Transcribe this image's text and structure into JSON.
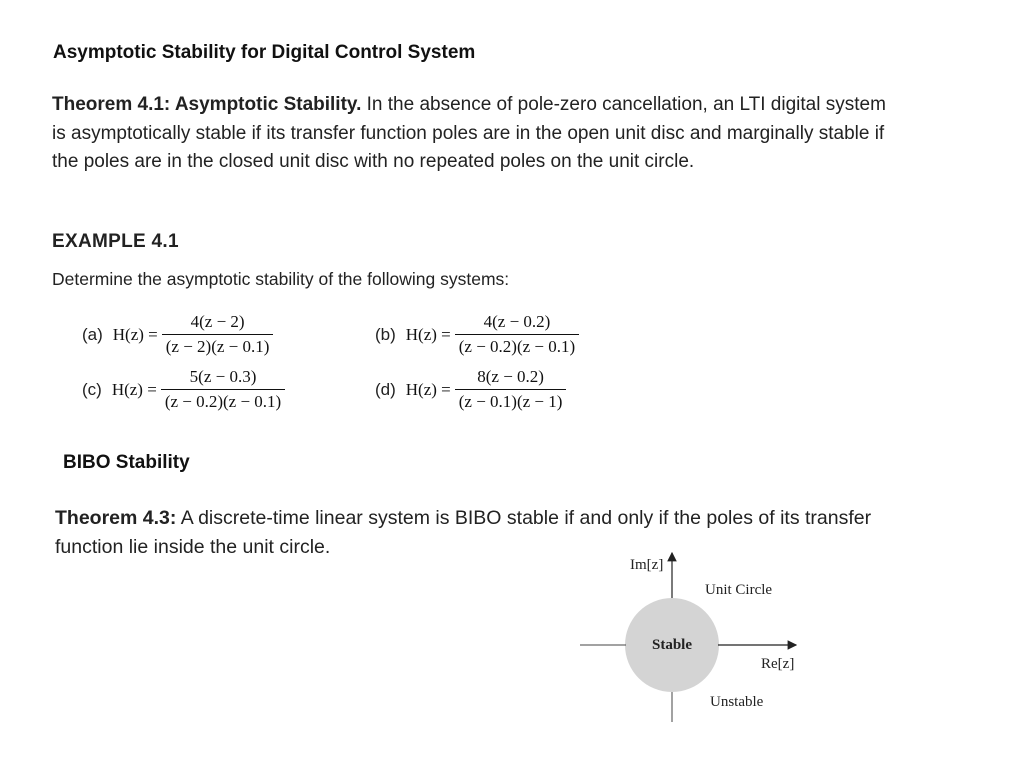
{
  "page_title": "Asymptotic Stability for Digital Control System",
  "theorem_4_1": {
    "label": "Theorem 4.1: Asymptotic Stability.",
    "text": "In the absence of pole-zero cancellation, an LTI digital system is asymptotically stable if its transfer function poles are in the open unit disc and marginally stable if the poles are in the closed unit disc with no repeated poles on the unit circle."
  },
  "example": {
    "heading": "EXAMPLE 4.1",
    "prompt": "Determine the asymptotic stability of the following systems:",
    "systems": [
      {
        "tag": "(a)",
        "lhs": "H(z) =",
        "num": "4(z − 2)",
        "den": "(z − 2)(z − 0.1)"
      },
      {
        "tag": "(b)",
        "lhs": "H(z) =",
        "num": "4(z − 0.2)",
        "den": "(z − 0.2)(z − 0.1)"
      },
      {
        "tag": "(c)",
        "lhs": "H(z) =",
        "num": "5(z − 0.3)",
        "den": "(z − 0.2)(z − 0.1)"
      },
      {
        "tag": "(d)",
        "lhs": "H(z) =",
        "num": "8(z − 0.2)",
        "den": "(z − 0.1)(z − 1)"
      }
    ]
  },
  "bibo_heading": "BIBO Stability",
  "theorem_4_3": {
    "label": "Theorem 4.3:",
    "text": "A discrete-time linear system is BIBO stable if and only if the poles of its transfer function lie inside the unit circle."
  },
  "diagram": {
    "im_label": "Im[z]",
    "re_label": "Re[z]",
    "unit_circle_label": "Unit Circle",
    "stable_label": "Stable",
    "unstable_label": "Unstable",
    "disc_color": "#d4d4d4"
  }
}
